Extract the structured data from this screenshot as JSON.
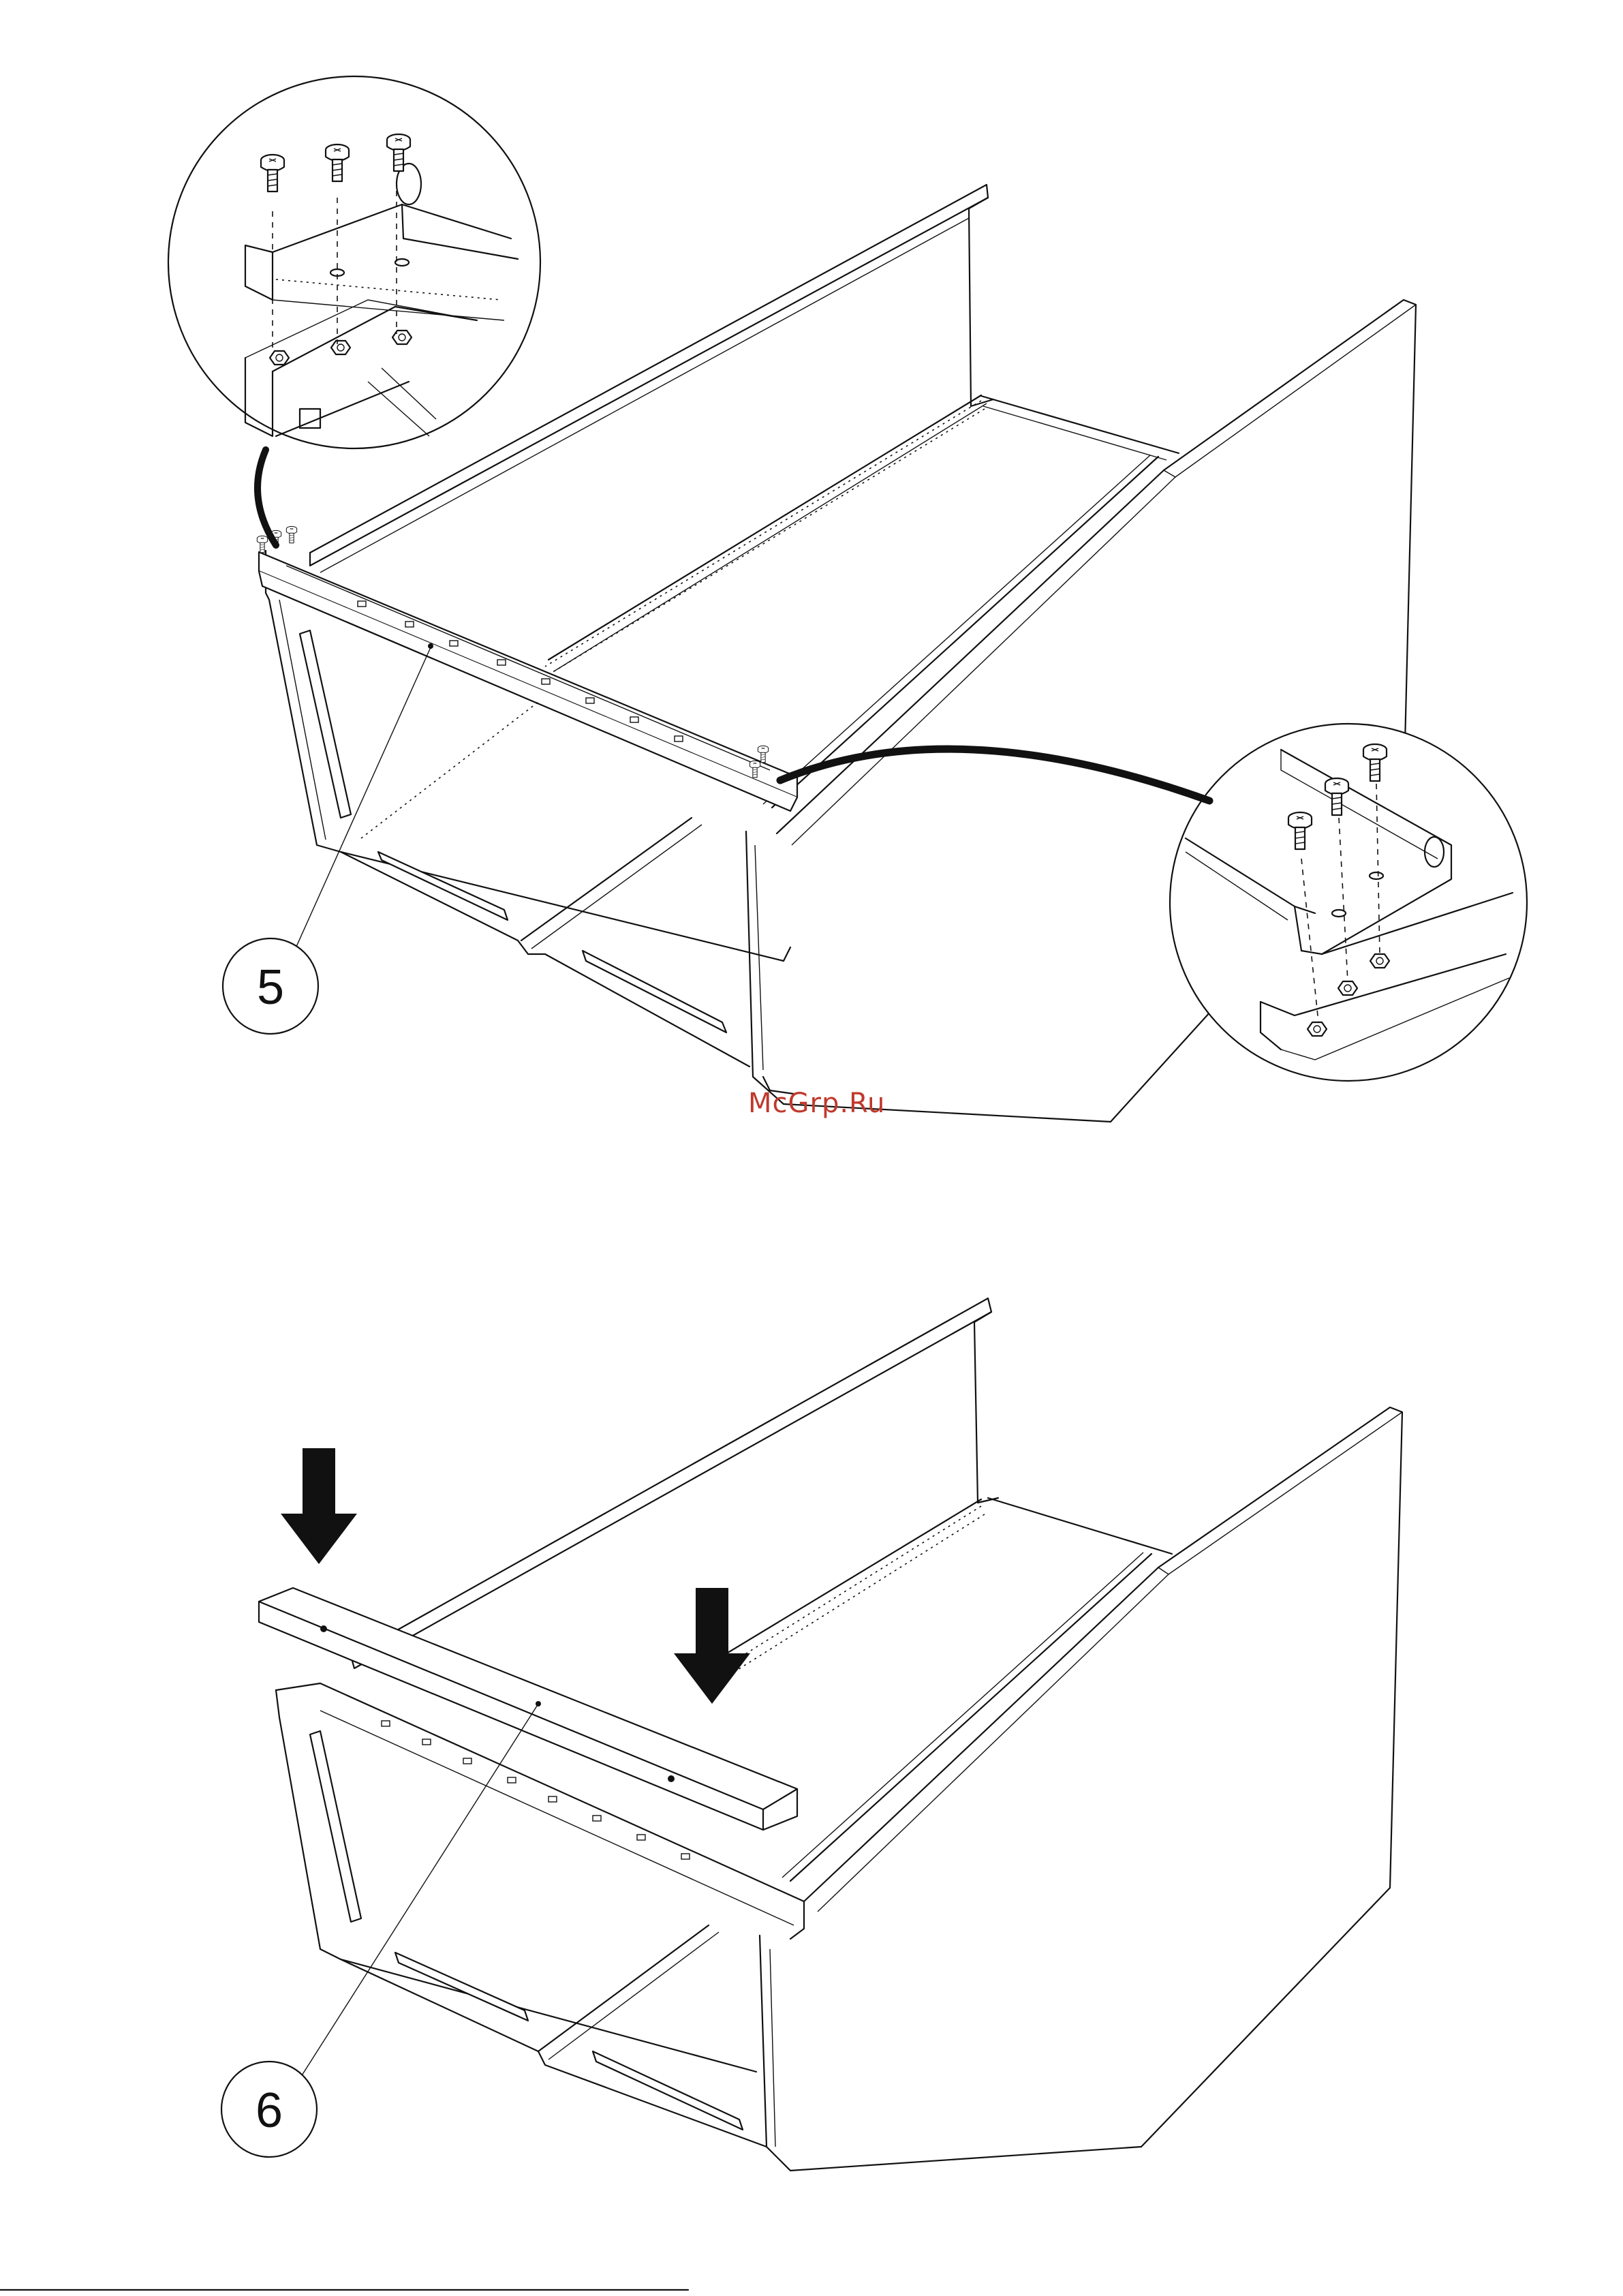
{
  "watermark": {
    "text": "McGrp.Ru",
    "color": "#c0392b"
  },
  "steps": [
    {
      "number": "5"
    },
    {
      "number": "6"
    }
  ],
  "colors": {
    "line": "#111111",
    "background": "#ffffff"
  },
  "icons": [
    "screw-icon",
    "nut-icon",
    "down-arrow-icon"
  ]
}
